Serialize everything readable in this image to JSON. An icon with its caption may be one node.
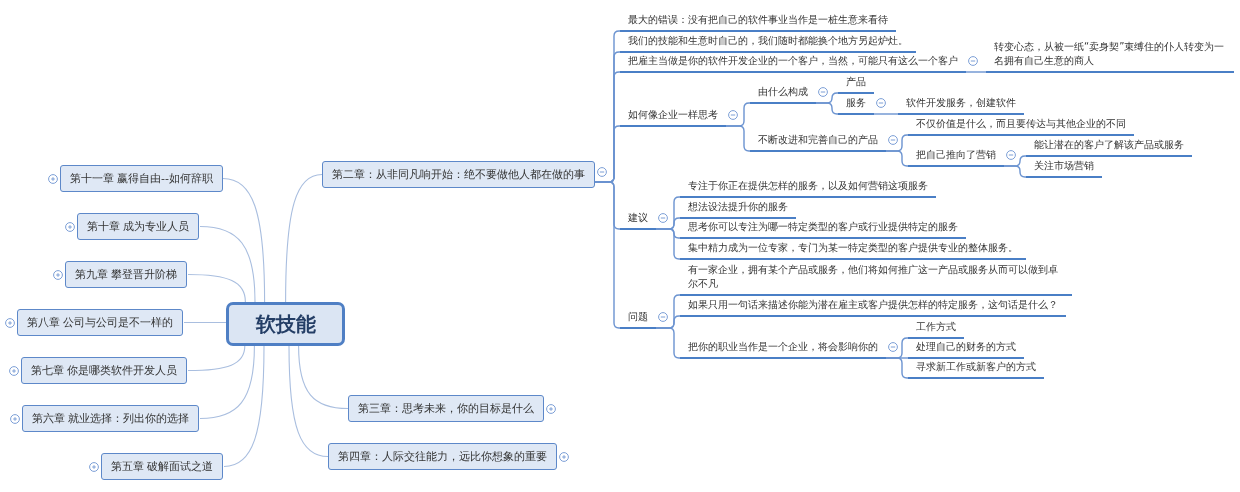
{
  "diagram": {
    "nodes": [
      {
        "text": [
          "软技能"
        ]
      },
      {
        "text": [
          "第十一章 赢得自由--如何辞职"
        ]
      },
      {
        "text": [
          "第十章 成为专业人员"
        ]
      },
      {
        "text": [
          "第九章 攀登晋升阶梯"
        ]
      },
      {
        "text": [
          "第八章 公司与公司是不一样的"
        ]
      },
      {
        "text": [
          "第七章 你是哪类软件开发人员"
        ]
      },
      {
        "text": [
          "第六章 就业选择：列出你的选择"
        ]
      },
      {
        "text": [
          "第五章 破解面试之道"
        ]
      },
      {
        "text": [
          "第二章：从非同凡响开始：绝不要做他人都在做的事"
        ]
      },
      {
        "text": [
          "最大的错误：没有把自己的软件事业当作是一桩生意来看待"
        ]
      },
      {
        "text": [
          "我们的技能和生意时自己的，我们随时都能换个地方另起炉灶。"
        ]
      },
      {
        "text": [
          "把雇主当做是你的软件开发企业的一个客户，当然，可能只有这么一个客户"
        ]
      },
      {
        "text": [
          "转变心态，从被一纸“卖身契”束缚住的仆人转变为一名拥有自己生意的商人"
        ]
      },
      {
        "text": [
          "如何像企业一样思考"
        ]
      },
      {
        "text": [
          "由什么构成"
        ]
      },
      {
        "text": [
          "产品"
        ]
      },
      {
        "text": [
          "服务"
        ]
      },
      {
        "text": [
          "软件开发服务，创建软件"
        ]
      },
      {
        "text": [
          "不断改进和完善自己的产品"
        ]
      },
      {
        "text": [
          "不仅价值是什么，而且要传达与其他企业的不同"
        ]
      },
      {
        "text": [
          "把自己推向了营销"
        ]
      },
      {
        "text": [
          "能让潜在的客户了解该产品或服务"
        ]
      },
      {
        "text": [
          "关注市场营销"
        ]
      },
      {
        "text": [
          "建议"
        ]
      },
      {
        "text": [
          "专注于你正在提供怎样的服务，以及如何营销这项服务"
        ]
      },
      {
        "text": [
          "想法设法提升你的服务"
        ]
      },
      {
        "text": [
          "思考你可以专注为哪一特定类型的客户或行业提供特定的服务"
        ]
      },
      {
        "text": [
          "集中精力成为一位专家，专门为某一特定类型的客户提供专业的整体服务。"
        ]
      },
      {
        "text": [
          "问题"
        ]
      },
      {
        "text": [
          "有一家企业，拥有某个产品或服务，他们将如何推广这一产品或服务从而可以做到卓尔不凡"
        ]
      },
      {
        "text": [
          "如果只用一句话来描述你能为潜在雇主或客户提供怎样的特定服务，这句话是什么？"
        ]
      },
      {
        "text": [
          "把你的职业当作是一个企业，将会影响你的"
        ]
      },
      {
        "text": [
          "工作方式"
        ]
      },
      {
        "text": [
          "处理自己的财务的方式"
        ]
      },
      {
        "text": [
          "寻求新工作或新客户的方式"
        ]
      },
      {
        "text": [
          "第三章：思考未来，你的目标是什么"
        ]
      },
      {
        "text": [
          "第四章：人际交往能力，远比你想象的重要"
        ]
      }
    ],
    "edges": [
      {
        "from": 0,
        "to": 1,
        "arrow": "none",
        "color": "#a9bedf"
      },
      {
        "from": 0,
        "to": 2,
        "arrow": "none",
        "color": "#a9bedf"
      },
      {
        "from": 0,
        "to": 3,
        "arrow": "none",
        "color": "#a9bedf"
      },
      {
        "from": 0,
        "to": 4,
        "arrow": "none",
        "color": "#a9bedf"
      },
      {
        "from": 0,
        "to": 5,
        "arrow": "none",
        "color": "#a9bedf"
      },
      {
        "from": 0,
        "to": 6,
        "arrow": "none",
        "color": "#a9bedf"
      },
      {
        "from": 0,
        "to": 7,
        "arrow": "none",
        "color": "#a9bedf"
      },
      {
        "from": 0,
        "to": 8,
        "arrow": "none",
        "color": "#a9bedf"
      },
      {
        "from": 0,
        "to": 35,
        "arrow": "none",
        "color": "#a9bedf"
      },
      {
        "from": 0,
        "to": 36,
        "arrow": "none",
        "color": "#a9bedf"
      },
      {
        "from": 8,
        "to": 9,
        "arrow": "none"
      },
      {
        "from": 8,
        "to": 10,
        "arrow": "none"
      },
      {
        "from": 8,
        "to": 11,
        "arrow": "none"
      },
      {
        "from": 8,
        "to": 13,
        "arrow": "none"
      },
      {
        "from": 8,
        "to": 23,
        "arrow": "none"
      },
      {
        "from": 8,
        "to": 28,
        "arrow": "none"
      },
      {
        "from": 11,
        "to": 12,
        "arrow": "none"
      },
      {
        "from": 13,
        "to": 14,
        "arrow": "none"
      },
      {
        "from": 13,
        "to": 18,
        "arrow": "none"
      },
      {
        "from": 14,
        "to": 15,
        "arrow": "none"
      },
      {
        "from": 14,
        "to": 16,
        "arrow": "none"
      },
      {
        "from": 16,
        "to": 17,
        "arrow": "none"
      },
      {
        "from": 18,
        "to": 19,
        "arrow": "none"
      },
      {
        "from": 18,
        "to": 20,
        "arrow": "none"
      },
      {
        "from": 20,
        "to": 21,
        "arrow": "none"
      },
      {
        "from": 20,
        "to": 22,
        "arrow": "none"
      },
      {
        "from": 23,
        "to": 24,
        "arrow": "none"
      },
      {
        "from": 23,
        "to": 25,
        "arrow": "none"
      },
      {
        "from": 23,
        "to": 26,
        "arrow": "none"
      },
      {
        "from": 23,
        "to": 27,
        "arrow": "none"
      },
      {
        "from": 28,
        "to": 29,
        "arrow": "none"
      },
      {
        "from": 28,
        "to": 30,
        "arrow": "none"
      },
      {
        "from": 28,
        "to": 31,
        "arrow": "none"
      },
      {
        "from": 31,
        "to": 32,
        "arrow": "none"
      },
      {
        "from": 31,
        "to": 33,
        "arrow": "none"
      },
      {
        "from": 31,
        "to": 34,
        "arrow": "none"
      }
    ]
  }
}
